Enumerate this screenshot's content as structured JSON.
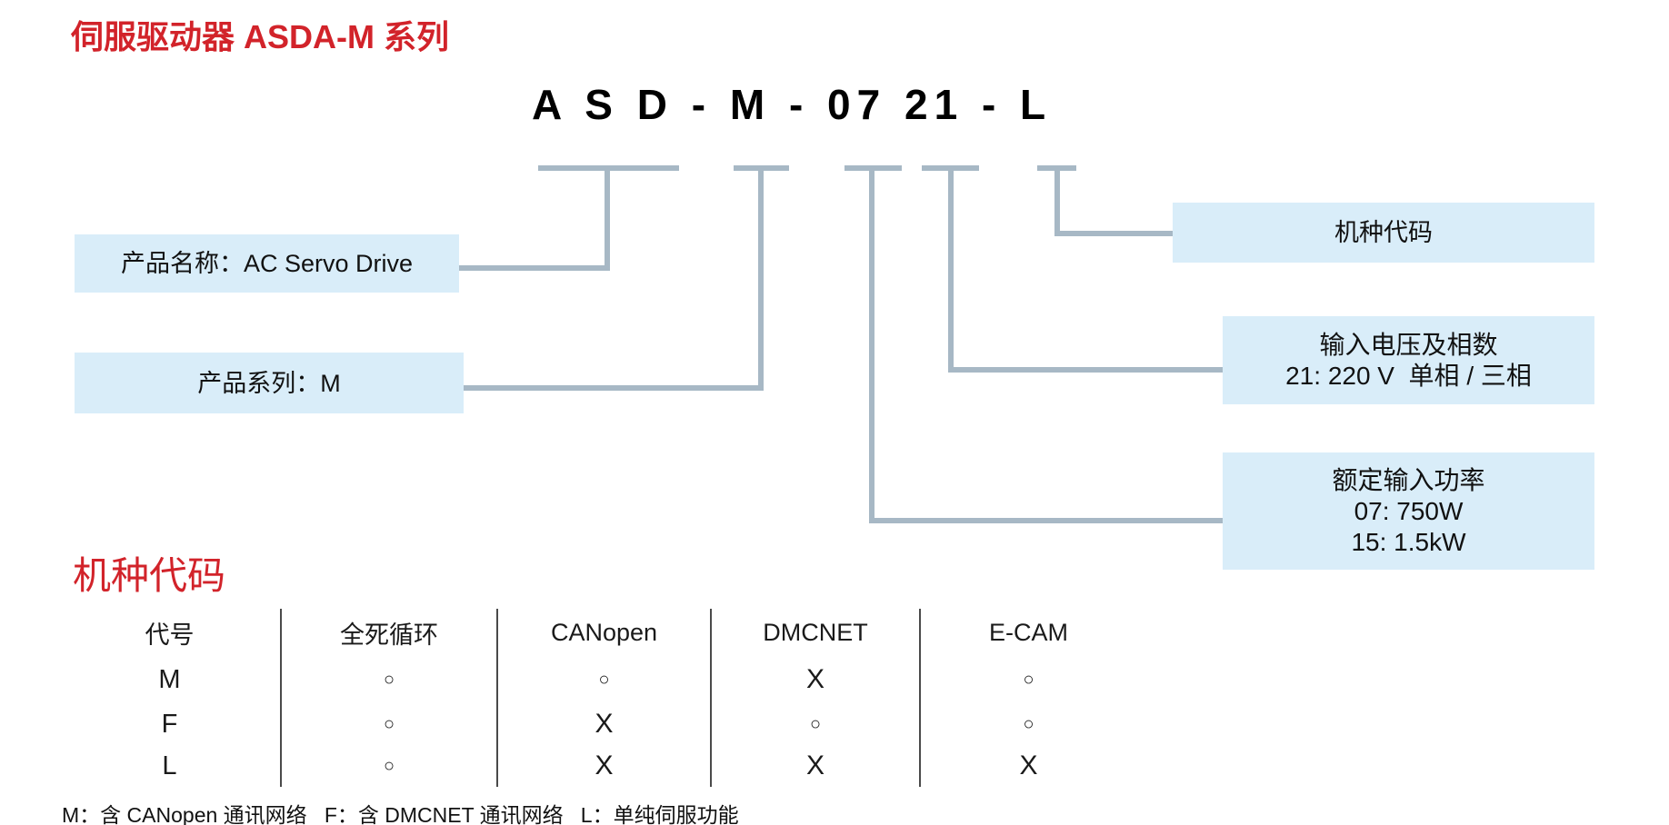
{
  "title": "伺服驱动器 ASDA-M 系列",
  "model_code": {
    "text": "A S D - M - 07 21 - L"
  },
  "callouts": {
    "product_name": "产品名称：AC Servo Drive",
    "product_series": "产品系列：M",
    "model_type": "机种代码",
    "voltage_line1": "输入电压及相数",
    "voltage_line2": "21: 220 V  单相 / 三相",
    "power_line1": "额定输入功率",
    "power_line2": "07: 750W",
    "power_line3": "15: 1.5kW"
  },
  "section_heading": "机种代码",
  "table": {
    "headers": [
      "代号",
      "全死循环",
      "CANopen",
      "DMCNET",
      "E-CAM"
    ],
    "rows": [
      {
        "code": "M",
        "cells": [
          "○",
          "○",
          "X",
          "○"
        ]
      },
      {
        "code": "F",
        "cells": [
          "○",
          "X",
          "○",
          "○"
        ]
      },
      {
        "code": "L",
        "cells": [
          "○",
          "X",
          "X",
          "X"
        ]
      }
    ]
  },
  "footer_note": "M：含 CANopen 通讯网络   F：含 DMCNET 通讯网络   L：单纯伺服功能",
  "colors": {
    "accent_red": "#d2232a",
    "callout_bg": "#d9edf9",
    "connector": "#a7b8c5"
  }
}
